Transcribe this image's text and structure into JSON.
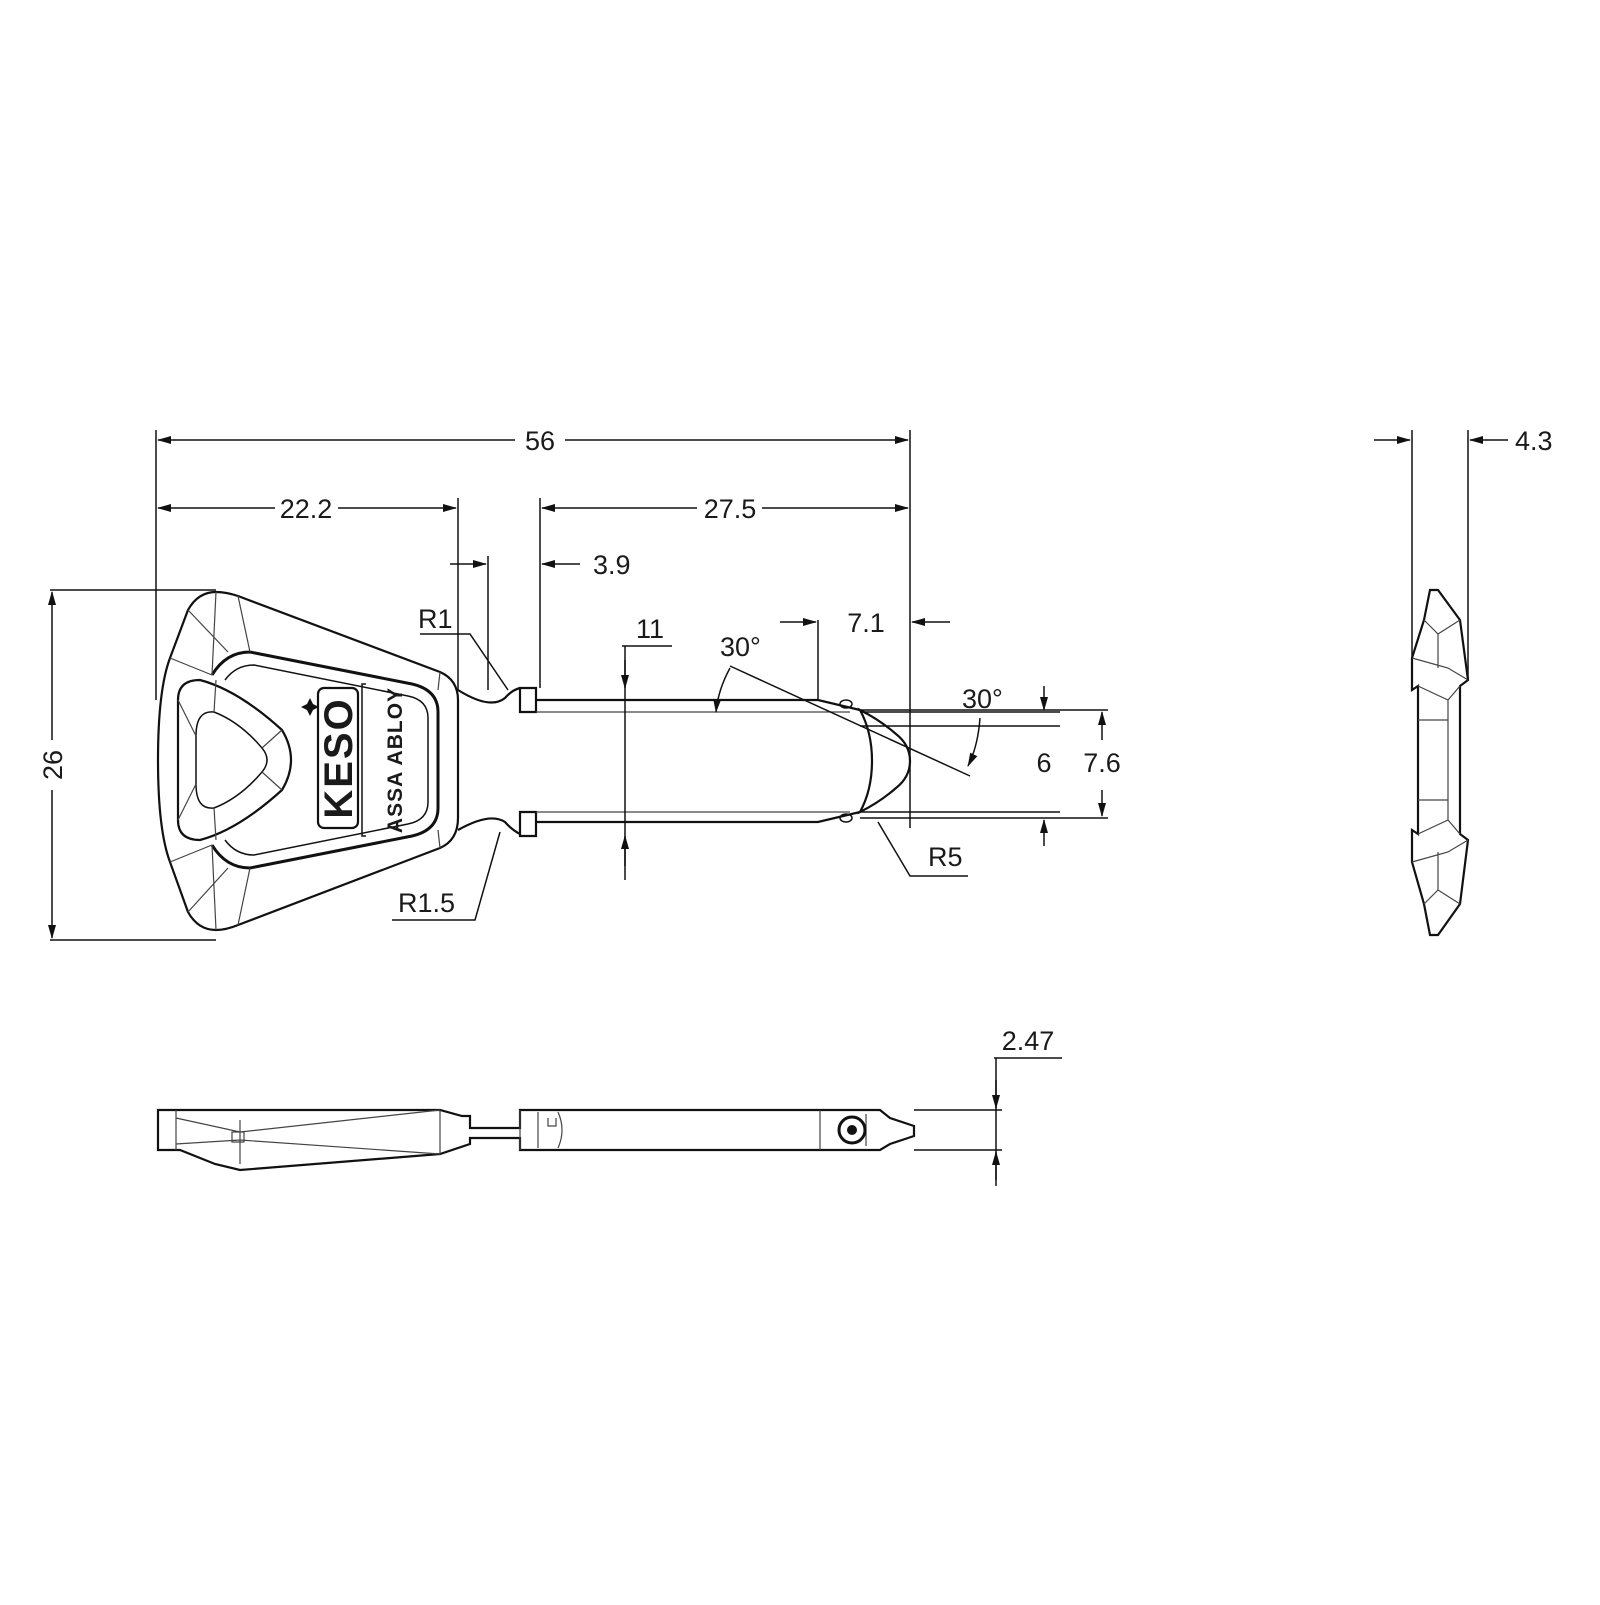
{
  "dimensions": {
    "overall_length": "56",
    "head_length": "22.2",
    "blade_length": "27.5",
    "shoulder_offset": "3.9",
    "neck_width": "11",
    "tip_length": "7.1",
    "chamfer_angle_top": "30°",
    "chamfer_angle_tip": "30°",
    "blade_height": "6",
    "blade_height_outer": "7.6",
    "head_height": "26",
    "thickness": "4.3",
    "blade_thickness": "2.47",
    "radius_neck_top": "R1",
    "radius_neck_bottom": "R1.5",
    "radius_tip": "R5"
  },
  "logo": {
    "brand": "KESO",
    "company": "ASSA ABLOY"
  },
  "colors": {
    "line": "#111111",
    "background": "#ffffff"
  }
}
